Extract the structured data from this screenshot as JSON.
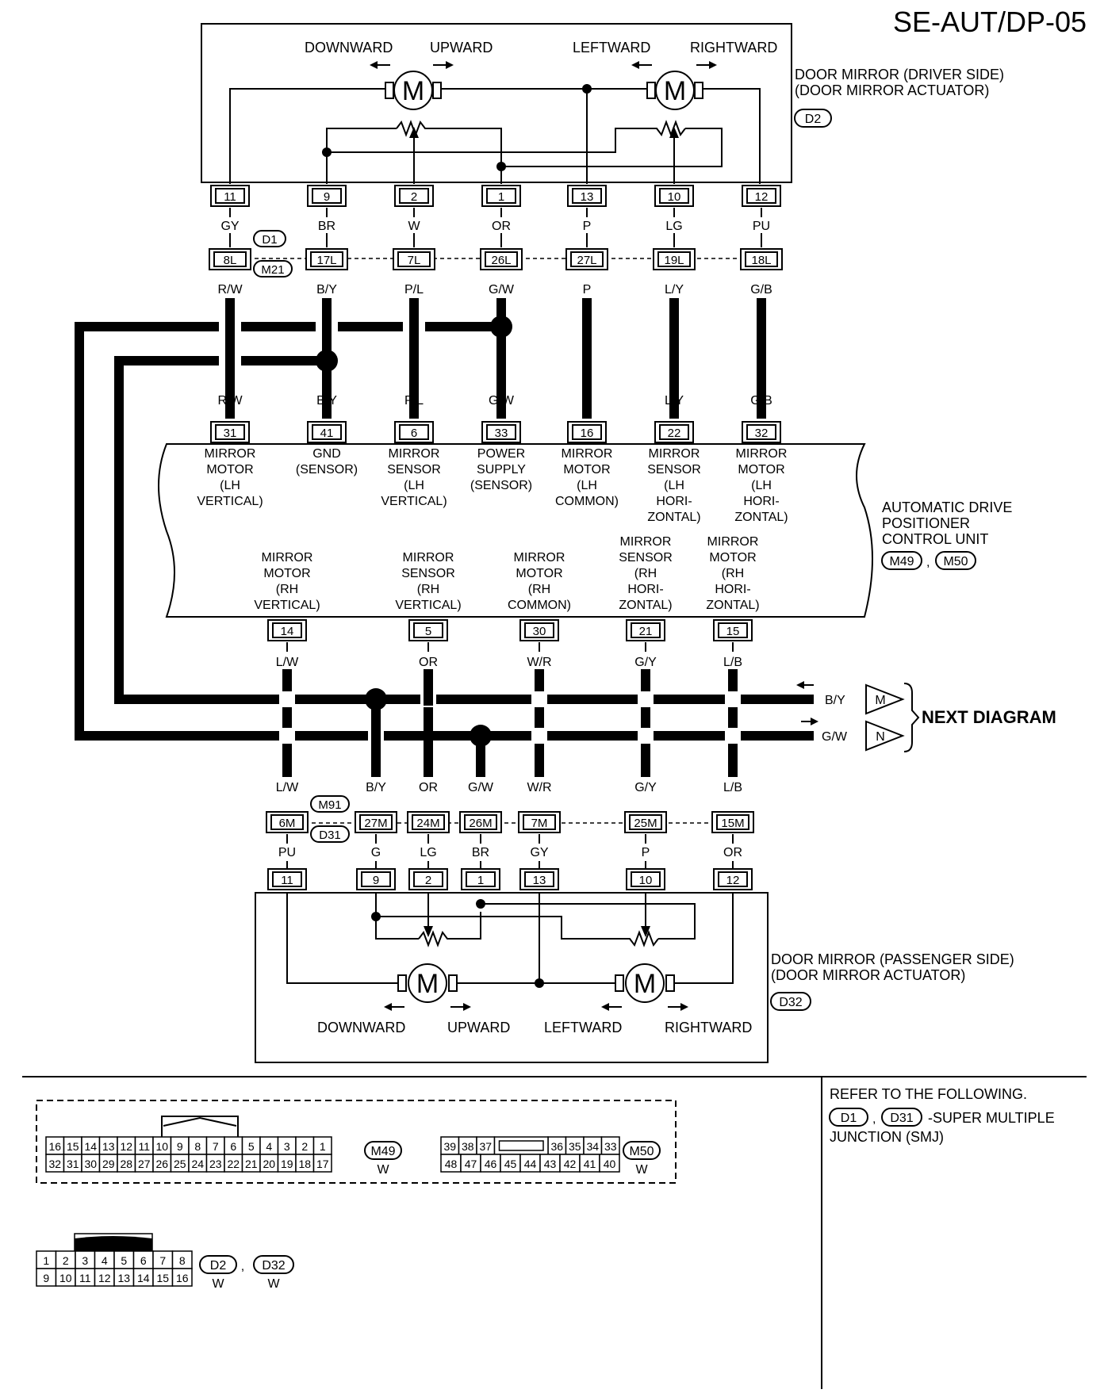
{
  "title": "SE-AUT/DP-05",
  "driver_mirror": {
    "name": "DOOR MIRROR (DRIVER SIDE)",
    "sub": "(DOOR MIRROR ACTUATOR)",
    "code": "D2",
    "dir_down": "DOWNWARD",
    "dir_up": "UPWARD",
    "dir_left": "LEFTWARD",
    "dir_right": "RIGHTWARD",
    "motor": "M",
    "pins": [
      "11",
      "9",
      "2",
      "1",
      "13",
      "10",
      "12"
    ],
    "colors": [
      "GY",
      "BR",
      "W",
      "OR",
      "P",
      "LG",
      "PU"
    ]
  },
  "top_smj": {
    "codes": [
      "D1",
      "M21"
    ],
    "pins": [
      "8L",
      "17L",
      "7L",
      "26L",
      "27L",
      "19L",
      "18L"
    ],
    "colors_below": [
      "R/W",
      "B/Y",
      "P/L",
      "G/W",
      "P",
      "L/Y",
      "G/B"
    ]
  },
  "unit": {
    "name": [
      "AUTOMATIC DRIVE",
      "POSITIONER",
      "CONTROL UNIT"
    ],
    "codes": [
      "M49",
      "M50"
    ],
    "top_colors": [
      "R/W",
      "B/Y",
      "P/L",
      "G/W",
      "P",
      "L/Y",
      "G/B"
    ],
    "top_pins": [
      "31",
      "41",
      "6",
      "33",
      "16",
      "22",
      "32"
    ],
    "top_labels": [
      [
        "MIRROR",
        "MOTOR",
        "(LH",
        "VERTICAL)"
      ],
      [
        "GND",
        "(SENSOR)"
      ],
      [
        "MIRROR",
        "SENSOR",
        "(LH",
        "VERTICAL)"
      ],
      [
        "POWER",
        "SUPPLY",
        "(SENSOR)"
      ],
      [
        "MIRROR",
        "MOTOR",
        "(LH",
        "COMMON)"
      ],
      [
        "MIRROR",
        "SENSOR",
        "(LH",
        "HORI-",
        "ZONTAL)"
      ],
      [
        "MIRROR",
        "MOTOR",
        "(LH",
        "HORI-",
        "ZONTAL)"
      ]
    ],
    "bot_labels": [
      [
        "MIRROR",
        "MOTOR",
        "(RH",
        "VERTICAL)"
      ],
      [
        "MIRROR",
        "SENSOR",
        "(RH",
        "VERTICAL)"
      ],
      [
        "MIRROR",
        "MOTOR",
        "(RH",
        "COMMON)"
      ],
      [
        "MIRROR",
        "SENSOR",
        "(RH",
        "HORI-",
        "ZONTAL)"
      ],
      [
        "MIRROR",
        "MOTOR",
        "(RH",
        "HORI-",
        "ZONTAL)"
      ]
    ],
    "bot_pins": [
      "14",
      "5",
      "30",
      "21",
      "15"
    ],
    "bot_colors": [
      "L/W",
      "OR",
      "W/R",
      "G/Y",
      "L/B"
    ]
  },
  "next": {
    "wire1": "B/Y",
    "wire2": "G/W",
    "tag1": "M",
    "tag2": "N",
    "label": "NEXT DIAGRAM"
  },
  "bottom_smj": {
    "codes": [
      "M91",
      "D31"
    ],
    "colors_above": [
      "L/W",
      "B/Y",
      "OR",
      "G/W",
      "W/R",
      "G/Y",
      "L/B"
    ],
    "pins": [
      "6M",
      "27M",
      "24M",
      "26M",
      "7M",
      "25M",
      "15M"
    ],
    "colors_below": [
      "PU",
      "G",
      "LG",
      "BR",
      "GY",
      "P",
      "OR"
    ]
  },
  "pass_mirror": {
    "name": "DOOR MIRROR (PASSENGER SIDE)",
    "sub": "(DOOR MIRROR ACTUATOR)",
    "code": "D32",
    "pins": [
      "11",
      "9",
      "2",
      "1",
      "13",
      "10",
      "12"
    ],
    "dir_down": "DOWNWARD",
    "dir_up": "UPWARD",
    "dir_left": "LEFTWARD",
    "dir_right": "RIGHTWARD",
    "motor": "M"
  },
  "conn_m49": {
    "row1": [
      "16",
      "15",
      "14",
      "13",
      "12",
      "11",
      "10",
      "9",
      "8",
      "7",
      "6",
      "5",
      "4",
      "3",
      "2",
      "1"
    ],
    "row2": [
      "32",
      "31",
      "30",
      "29",
      "28",
      "27",
      "26",
      "25",
      "24",
      "23",
      "22",
      "21",
      "20",
      "19",
      "18",
      "17"
    ],
    "code": "M49",
    "color": "W"
  },
  "conn_m50": {
    "row1": [
      "39",
      "38",
      "37",
      "36",
      "35",
      "34",
      "33"
    ],
    "row2": [
      "48",
      "47",
      "46",
      "45",
      "44",
      "43",
      "42",
      "41",
      "40"
    ],
    "code": "M50",
    "color": "W"
  },
  "conn_d2": {
    "row1": [
      "1",
      "2",
      "3",
      "4",
      "5",
      "6",
      "7",
      "8"
    ],
    "row2": [
      "9",
      "10",
      "11",
      "12",
      "13",
      "14",
      "15",
      "16"
    ],
    "codes": [
      "D2",
      "D32"
    ],
    "color1": "W",
    "color2": "W"
  },
  "refer": {
    "line1": "REFER TO THE FOLLOWING.",
    "codes": [
      "D1",
      "D31"
    ],
    "line2": "-SUPER MULTIPLE",
    "line3": "JUNCTION (SMJ)",
    "sep": ","
  }
}
